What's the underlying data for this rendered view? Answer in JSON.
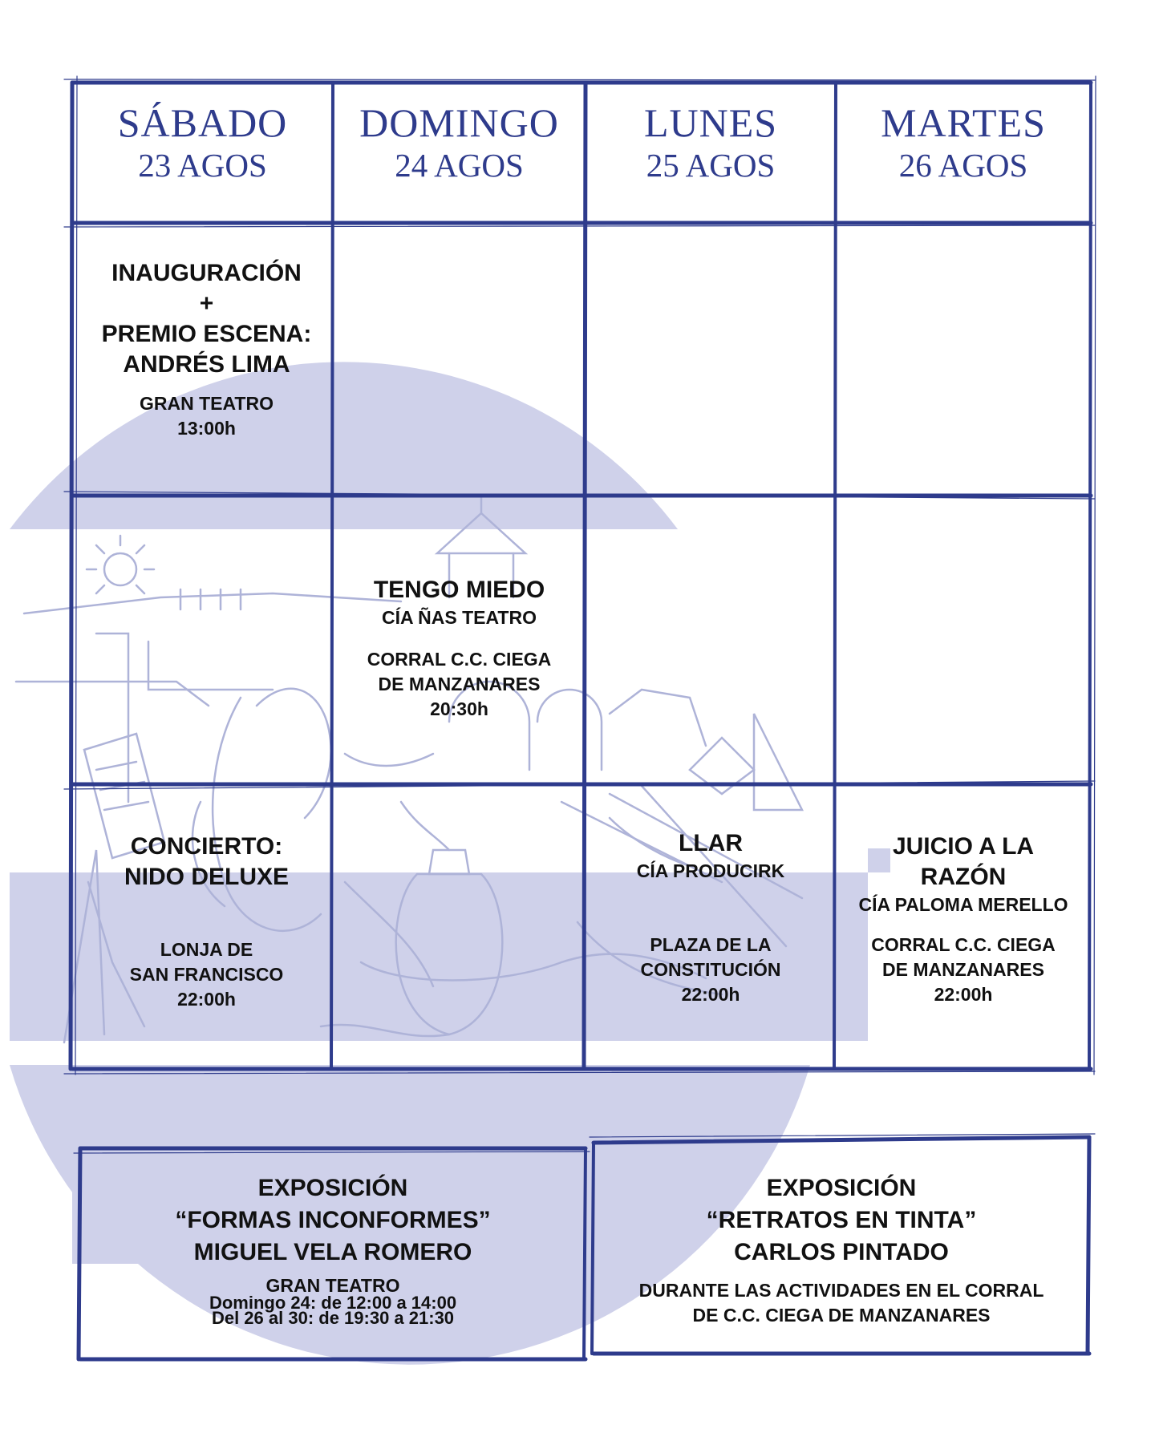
{
  "days": [
    {
      "name": "SÁBADO",
      "date": "23 AGOS"
    },
    {
      "name": "DOMINGO",
      "date": "24 AGOS"
    },
    {
      "name": "LUNES",
      "date": "25 AGOS"
    },
    {
      "name": "MARTES",
      "date": "26 AGOS"
    }
  ],
  "events": {
    "sab_1": {
      "title_lines": [
        "INAUGURACIÓN",
        "+",
        "PREMIO ESCENA:",
        "ANDRÉS LIMA"
      ],
      "place": "GRAN TEATRO",
      "time": "13:00h"
    },
    "dom_2": {
      "title": "TENGO MIEDO",
      "company": "CÍA ÑAS TEATRO",
      "place_lines": [
        "CORRAL C.C. CIEGA",
        "DE MANZANARES"
      ],
      "time": "20:30h"
    },
    "sab_3": {
      "title_lines": [
        "CONCIERTO:",
        "NIDO DELUXE"
      ],
      "place_lines": [
        "LONJA DE",
        "SAN FRANCISCO"
      ],
      "time": "22:00h"
    },
    "lun_3": {
      "title": "LLAR",
      "company": "CÍA PRODUCIRK",
      "place_lines": [
        "PLAZA DE LA",
        "CONSTITUCIÓN"
      ],
      "time": "22:00h"
    },
    "mar_3": {
      "title_lines": [
        "JUICIO A LA",
        "RAZÓN"
      ],
      "company": "CÍA PALOMA MERELLO",
      "place_lines": [
        "CORRAL C.C. CIEGA",
        "DE MANZANARES"
      ],
      "time": "22:00h"
    }
  },
  "exhibitions": [
    {
      "title_lines": [
        "EXPOSICIÓN",
        "“FORMAS INCONFORMES”",
        "MIGUEL VELA ROMERO"
      ],
      "place": "GRAN TEATRO",
      "schedule_lines": [
        "Domingo 24: de 12:00 a 14:00",
        "Del 26 al 30: de 19:30 a 21:30"
      ]
    },
    {
      "title_lines": [
        "EXPOSICIÓN",
        "“RETRATOS EN TINTA”",
        "CARLOS PINTADO"
      ],
      "info_lines": [
        "DURANTE LAS ACTIVIDADES EN EL CORRAL",
        "DE C.C. CIEGA DE MANZANARES"
      ]
    }
  ],
  "colors": {
    "grid": "#2e3b8c",
    "tint": "#cfd1ea",
    "sketch": "#aeb3d8",
    "day_text": "#2e3b8c",
    "text": "#111111"
  }
}
